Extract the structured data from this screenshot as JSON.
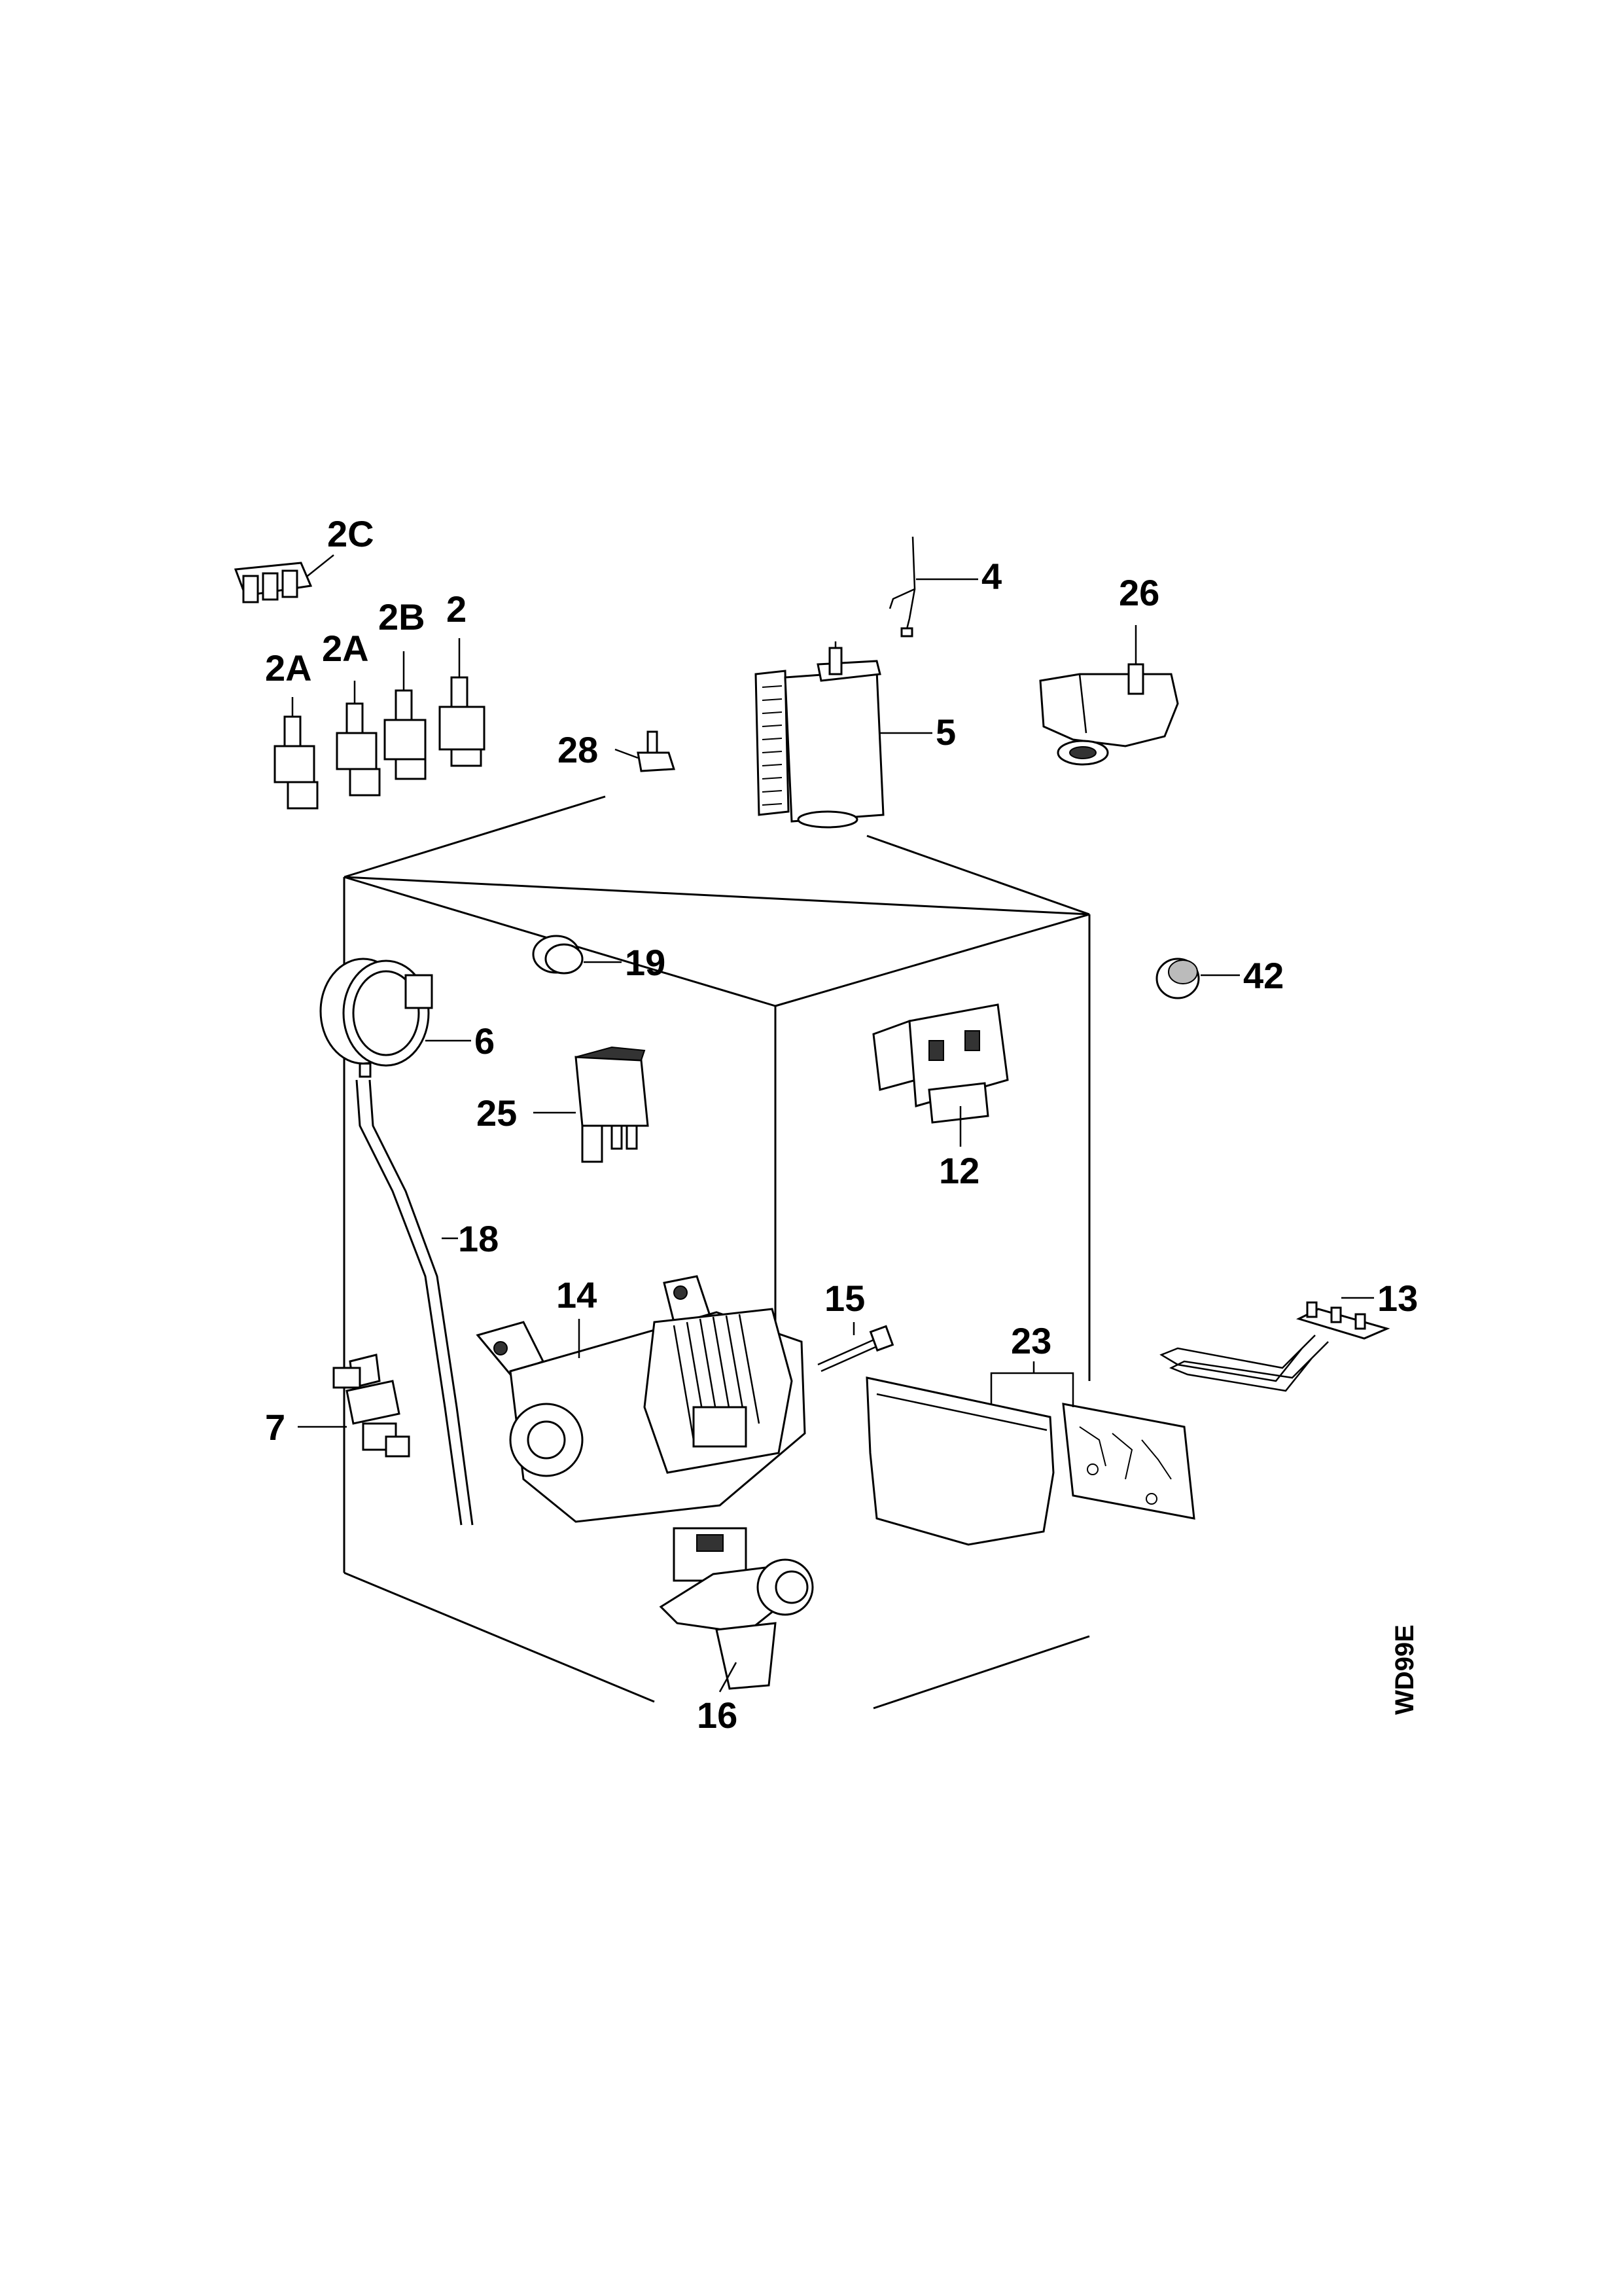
{
  "diagram": {
    "document_code": "WD99E",
    "callouts": [
      {
        "id": "2C",
        "label": "2C"
      },
      {
        "id": "2A-left",
        "label": "2A"
      },
      {
        "id": "2A-right",
        "label": "2A"
      },
      {
        "id": "2B",
        "label": "2B"
      },
      {
        "id": "2",
        "label": "2"
      },
      {
        "id": "4",
        "label": "4"
      },
      {
        "id": "26",
        "label": "26"
      },
      {
        "id": "28",
        "label": "28"
      },
      {
        "id": "5",
        "label": "5"
      },
      {
        "id": "19",
        "label": "19"
      },
      {
        "id": "42",
        "label": "42"
      },
      {
        "id": "6",
        "label": "6"
      },
      {
        "id": "25",
        "label": "25"
      },
      {
        "id": "12",
        "label": "12"
      },
      {
        "id": "18",
        "label": "18"
      },
      {
        "id": "13",
        "label": "13"
      },
      {
        "id": "14",
        "label": "14"
      },
      {
        "id": "15",
        "label": "15"
      },
      {
        "id": "23",
        "label": "23"
      },
      {
        "id": "7",
        "label": "7"
      },
      {
        "id": "16",
        "label": "16"
      }
    ],
    "parts": [
      {
        "name": "switch-block-2c-icon"
      },
      {
        "name": "switch-2a-left-icon"
      },
      {
        "name": "switch-2a-right-icon"
      },
      {
        "name": "switch-2b-icon"
      },
      {
        "name": "switch-2-icon"
      },
      {
        "name": "wire-harness-4-icon"
      },
      {
        "name": "timer-motor-26-icon"
      },
      {
        "name": "indicator-28-icon"
      },
      {
        "name": "timer-5-icon"
      },
      {
        "name": "knob-19-icon"
      },
      {
        "name": "knob-42-icon"
      },
      {
        "name": "pressure-switch-6-icon"
      },
      {
        "name": "suppressor-25-icon"
      },
      {
        "name": "door-lock-12-icon"
      },
      {
        "name": "hose-18-icon"
      },
      {
        "name": "heater-element-13-icon"
      },
      {
        "name": "motor-14-icon"
      },
      {
        "name": "bolt-15-icon"
      },
      {
        "name": "control-board-23-icon"
      },
      {
        "name": "valve-7-icon"
      },
      {
        "name": "drain-pump-16-icon"
      }
    ]
  }
}
